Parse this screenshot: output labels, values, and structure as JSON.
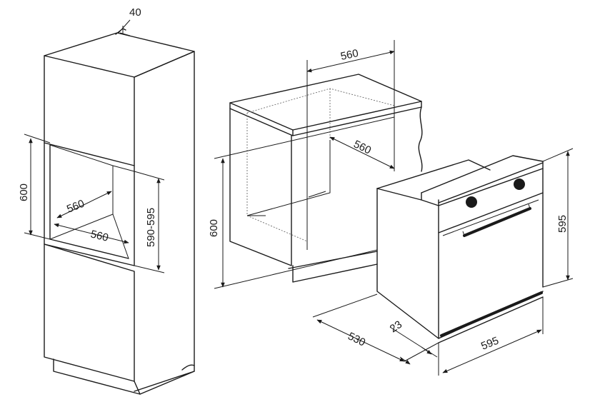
{
  "dimensions": {
    "column_top_gap": "40",
    "column_niche_height": "600",
    "column_niche_depth": "560",
    "column_niche_width": "560",
    "column_cabinet_height": "590-595",
    "counter_width": "560",
    "counter_depth": "560",
    "counter_height": "600",
    "oven_height": "595",
    "oven_depth": "530",
    "oven_front_thickness": "23",
    "oven_width": "595"
  },
  "colors": {
    "line": "#1a1a1a",
    "background": "#ffffff"
  }
}
